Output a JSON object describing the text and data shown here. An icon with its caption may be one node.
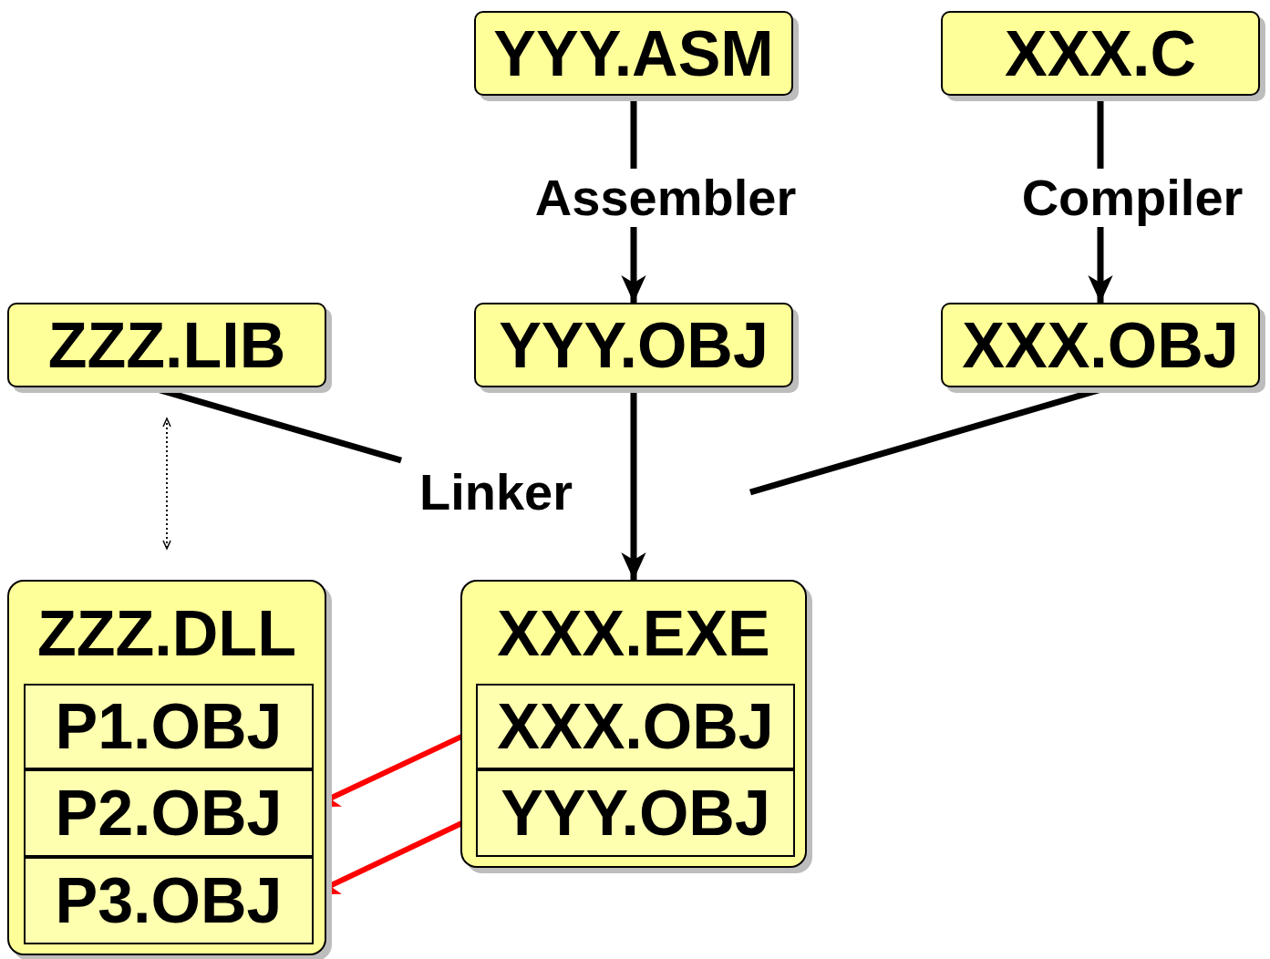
{
  "diagram": {
    "nodes": [
      {
        "text": [
          "YYY.ASM"
        ]
      },
      {
        "text": [
          "XXX.C"
        ]
      },
      {
        "text": [
          "ZZZ.LIB"
        ]
      },
      {
        "text": [
          "YYY.OBJ"
        ]
      },
      {
        "text": [
          "XXX.OBJ"
        ]
      },
      {
        "text": [
          "ZZZ.DLL"
        ]
      },
      {
        "text": [
          "P1.OBJ"
        ],
        "in": 5
      },
      {
        "text": [
          "P2.OBJ"
        ],
        "in": 5
      },
      {
        "text": [
          "P3.OBJ"
        ],
        "in": 5
      },
      {
        "text": [
          "XXX.EXE"
        ]
      },
      {
        "text": [
          "XXX.OBJ"
        ],
        "in": 9
      },
      {
        "text": [
          "YYY.OBJ"
        ],
        "in": 9
      },
      {
        "text": [
          "Linker"
        ]
      }
    ],
    "edges": [
      {
        "from": 0,
        "to": 3,
        "arrow": "to",
        "label": "Assembler"
      },
      {
        "from": 1,
        "to": 4,
        "arrow": "to",
        "label": "Compiler"
      },
      {
        "from": 2,
        "to": 12,
        "arrow": "none"
      },
      {
        "from": 3,
        "to": 9,
        "arrow": "to"
      },
      {
        "from": 4,
        "to": null,
        "arrow": "none"
      },
      {
        "from": 2,
        "to": 5,
        "arrow": "both",
        "style": "dashed"
      },
      {
        "from": 10,
        "to": 7,
        "arrow": "to",
        "color": "#ff0000"
      },
      {
        "from": 11,
        "to": 8,
        "arrow": "to",
        "color": "#ff0000"
      }
    ]
  }
}
